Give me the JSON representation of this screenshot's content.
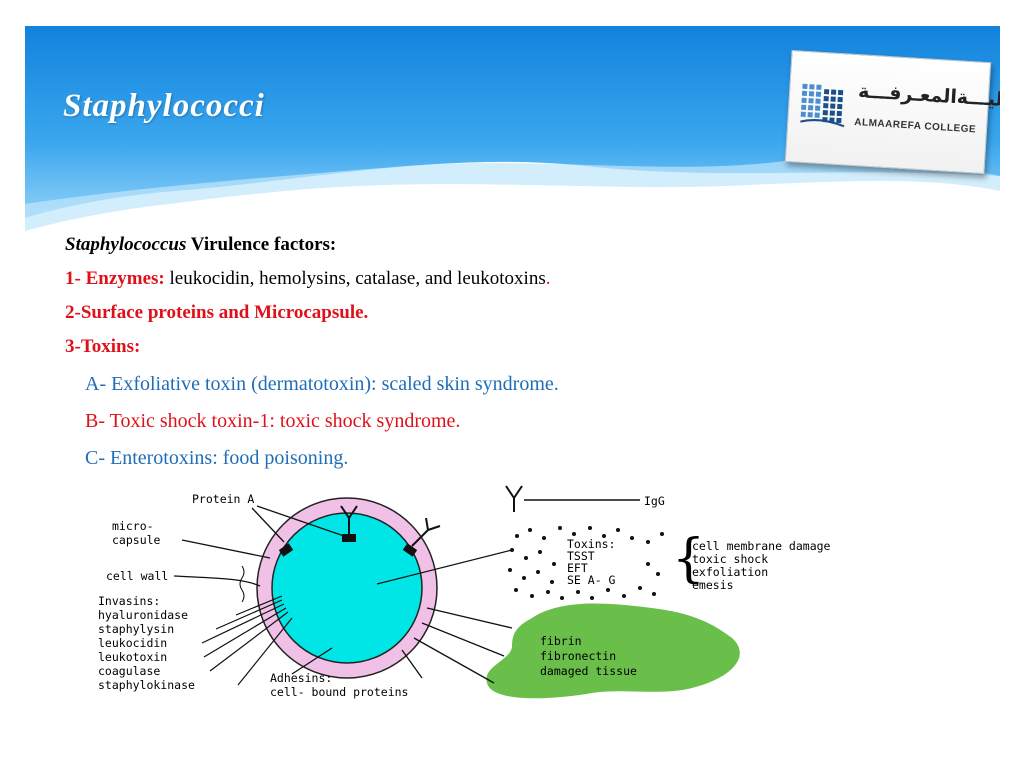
{
  "slide": {
    "title": "Staphylococci"
  },
  "logo": {
    "arabic_text": "كليـــةالمعـرفـــة",
    "english_text": "ALMAAREFA COLLEGE"
  },
  "content": {
    "heading_italic": "Staphylococcus",
    "heading_rest": " Virulence factors:",
    "item1_label": "1- Enzymes:",
    "item1_text": " leukocidin, hemolysins, catalase, and leukotoxins",
    "item1_period": ".",
    "item2": "2-Surface proteins and Microcapsule.",
    "item3": "3-Toxins:",
    "toxin_a": "A- Exfoliative toxin (dermatotoxin): scaled skin syndrome.",
    "toxin_b": "B- Toxic shock toxin-1: toxic shock syndrome.",
    "toxin_c": "C- Enterotoxins: food poisoning."
  },
  "diagram": {
    "protein_a": "Protein A",
    "igg": "IgG",
    "microcapsule_1": "micro-",
    "microcapsule_2": "capsule",
    "cell_wall": "cell wall",
    "invasins": [
      "Invasins:",
      "hyaluronidase",
      "staphylysin",
      "leukocidin",
      "leukotoxin",
      "coagulase",
      "staphylokinase"
    ],
    "adhesins": [
      "Adhesins:",
      "cell- bound proteins"
    ],
    "toxins": [
      "Toxins:",
      "TSST",
      "EFT",
      "SE A- G"
    ],
    "effects": [
      "cell membrane damage",
      "toxic shock",
      "exfoliation",
      "emesis"
    ],
    "tissue": [
      "fibrin",
      "fibronectin",
      "damaged tissue"
    ]
  },
  "colors": {
    "header_blue": "#1e8fe0",
    "red_text": "#e0101a",
    "blue_text": "#1f6db8",
    "cell_cyan": "#00e6e6",
    "capsule_pink": "#f0c0e6",
    "tissue_green": "#6abf4b"
  }
}
